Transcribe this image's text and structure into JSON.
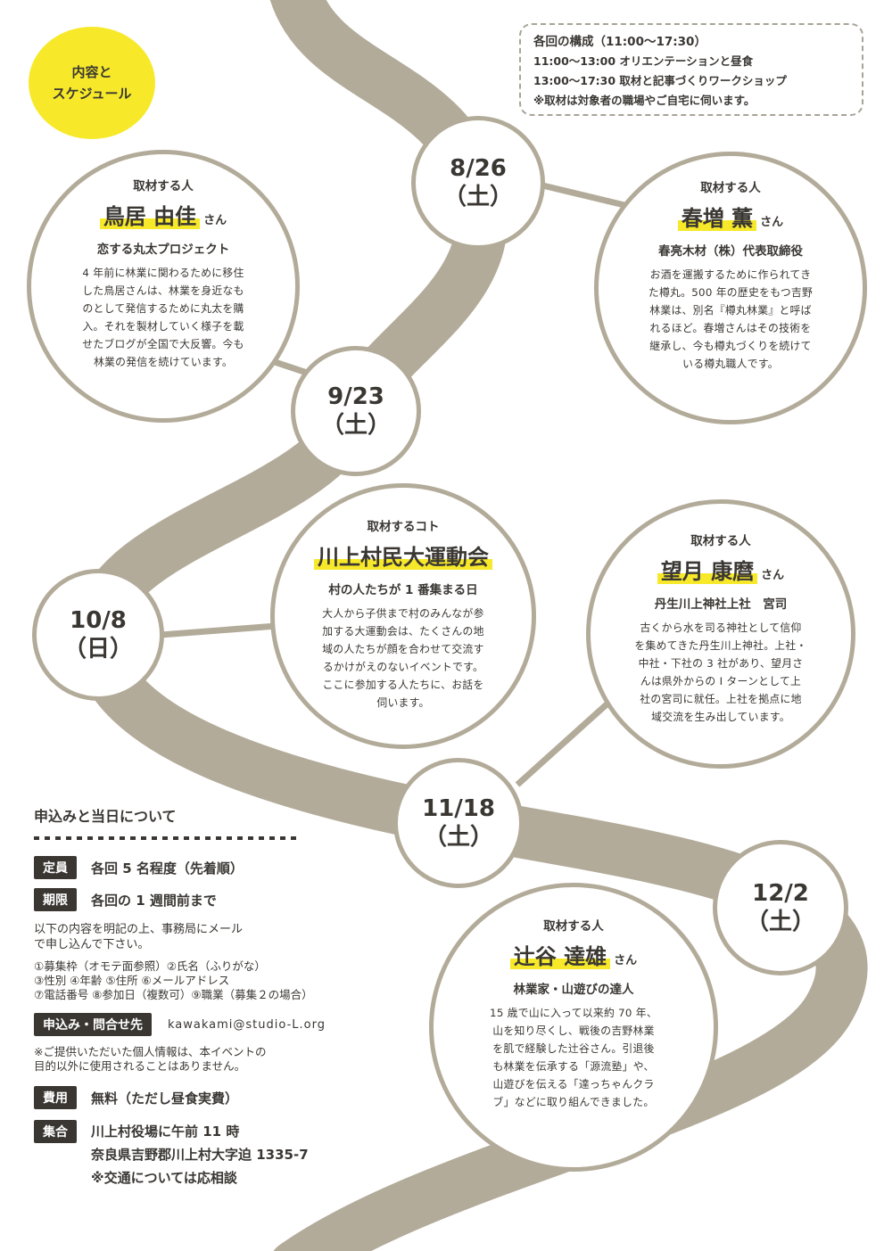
{
  "badge": {
    "line1": "内容と",
    "line2": "スケジュール"
  },
  "schedule": {
    "title": "各回の構成（11:00〜17:30）",
    "lines": [
      "11:00〜13:00 オリエンテーションと昼食",
      "13:00〜17:30 取材と記事づくりワークショップ",
      "※取材は対象者の職場やご自宅に伺います。"
    ]
  },
  "dates": [
    {
      "date": "8/26",
      "day": "（土）"
    },
    {
      "date": "9/23",
      "day": "（土）"
    },
    {
      "date": "10/8",
      "day": "（日）"
    },
    {
      "date": "11/18",
      "day": "（土）"
    },
    {
      "date": "12/2",
      "day": "（土）"
    }
  ],
  "events": [
    {
      "kind": "取材する人",
      "name": "鳥居 由佳",
      "suffix": "さん",
      "org": "恋する丸太プロジェクト",
      "desc": [
        "4 年前に林業に関わるために移住",
        "した鳥居さんは、林業を身近なも",
        "のとして発信するために丸太を購",
        "入。それを製材していく様子を載",
        "せたブログが全国で大反響。今も",
        "林業の発信を続けています。"
      ]
    },
    {
      "kind": "取材する人",
      "name": "春増 薫",
      "suffix": "さん",
      "org": "春亮木材（株）代表取締役",
      "desc": [
        "お酒を運搬するために作られてき",
        "た樽丸。500 年の歴史をもつ吉野",
        "林業は、別名『樽丸林業』と呼ば",
        "れるほど。春増さんはその技術を",
        "継承し、今も樽丸づくりを続けて",
        "いる樽丸職人です。"
      ]
    },
    {
      "kind": "取材するコト",
      "name": "川上村民大運動会",
      "suffix": "",
      "org": "村の人たちが 1 番集まる日",
      "desc": [
        "大人から子供まで村のみんなが参",
        "加する大運動会は、たくさんの地",
        "域の人たちが顔を合わせて交流す",
        "るかけがえのないイベントです。",
        "ここに参加する人たちに、お話を",
        "伺います。"
      ]
    },
    {
      "kind": "取材する人",
      "name": "望月 康麿",
      "suffix": "さん",
      "org": "丹生川上神社上社　宮司",
      "desc": [
        "古くから水を司る神社として信仰",
        "を集めてきた丹生川上神社。上社・",
        "中社・下社の 3 社があり、望月さ",
        "んは県外からの I ターンとして上",
        "社の宮司に就任。上社を拠点に地",
        "域交流を生み出しています。"
      ]
    },
    {
      "kind": "取材する人",
      "name": "辻谷 達雄",
      "suffix": "さん",
      "org": "林業家・山遊びの達人",
      "desc": [
        "15 歳で山に入って以来約 70 年、",
        "山を知り尽くし、戦後の吉野林業",
        "を肌で経験した辻谷さん。引退後",
        "も林業を伝承する「源流塾」や、",
        "山遊びを伝える「達っちゃんクラ",
        "ブ」などに取り組んできました。"
      ]
    }
  ],
  "info": {
    "heading": "申込みと当日について",
    "capacity_tag": "定員",
    "capacity": "各回 5 名程度（先着順）",
    "deadline_tag": "期限",
    "deadline": "各回の 1 週間前まで",
    "apply_note": [
      "以下の内容を明記の上、事務局にメール",
      "で申し込んで下さい。"
    ],
    "fields": [
      "①募集枠（オモテ面参照）②氏名（ふりがな）",
      "③性別 ④年齢 ⑤住所 ⑥メールアドレス",
      "⑦電話番号 ⑧参加日（複数可）⑨職業（募集２の場合）"
    ],
    "contact_tag": "申込み・問合せ先",
    "email": "kawakami@studio-L.org",
    "privacy": [
      "※ご提供いただいた個人情報は、本イベントの",
      "目的以外に使用されることはありません。"
    ],
    "fee_tag": "費用",
    "fee": "無料（ただし昼食実費）",
    "meet_tag": "集合",
    "meet": [
      "川上村役場に午前 11 時",
      "奈良県吉野郡川上村大字迫 1335-7",
      "※交通については応相談"
    ]
  },
  "colors": {
    "road": "#b3ab99",
    "accent": "#f7e92a",
    "text": "#3a3733"
  }
}
